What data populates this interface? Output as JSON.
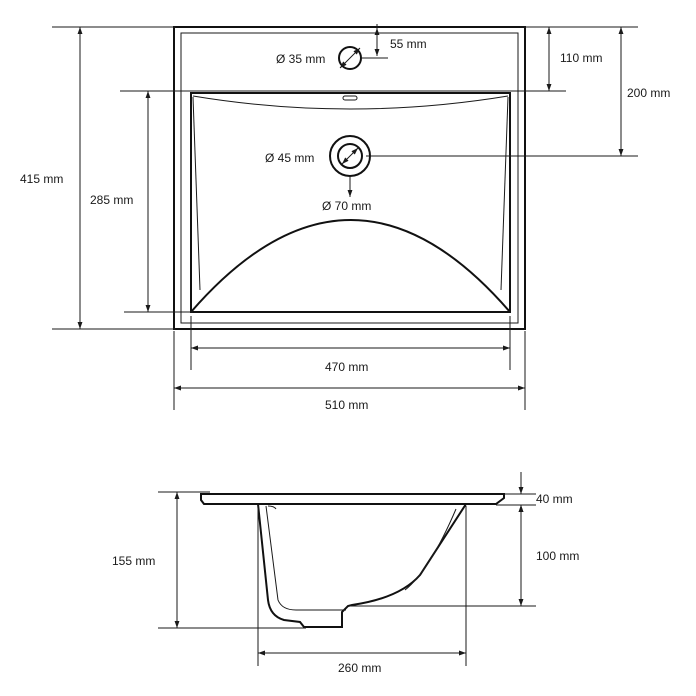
{
  "top_view": {
    "overflow_hole_diameter": "Ø 35 mm",
    "overflow_hole_offset": "55 mm",
    "tap_offset": "110 mm",
    "drain_offset": "200 mm",
    "drain_diameter": "Ø 45 mm",
    "drain_outer_diameter": "Ø 70 mm",
    "total_depth": "415 mm",
    "basin_depth": "285 mm",
    "basin_width": "470 mm",
    "total_width": "510 mm"
  },
  "side_view": {
    "rim_height": "40 mm",
    "bowl_height": "100 mm",
    "total_height": "155 mm",
    "bowl_width": "260 mm"
  },
  "colors": {
    "line": "#1a1a1a",
    "background": "#ffffff"
  },
  "icons": [
    "arrowhead-icon",
    "drain-icon"
  ]
}
